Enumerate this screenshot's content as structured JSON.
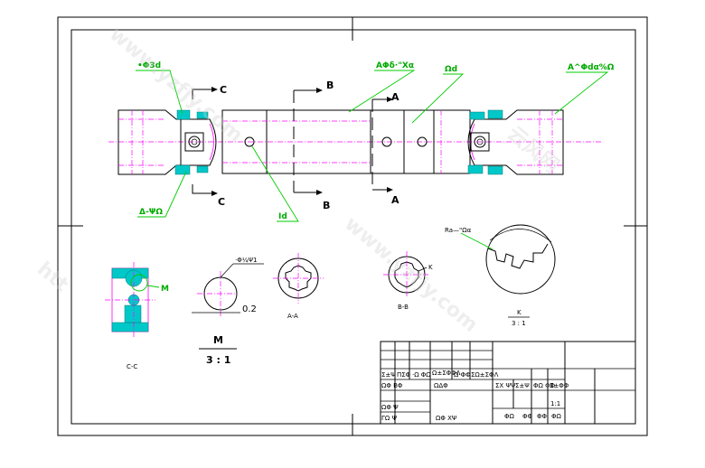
{
  "labels": {
    "section_c": "C",
    "section_b": "B",
    "section_a": "A",
    "callout_left_top": "•Φ3d",
    "callout_left_bottom": "Δ-ΨΩ",
    "callout_center_top": "ΑΦδ·\"Χα",
    "callout_center_right": "Ωd",
    "callout_right_top": "Α^Φdα%Ω",
    "callout_center_bottom": "Ιd",
    "detail_m_marker": "M",
    "detail_m_name": "M",
    "detail_m_scale": "3 : 1",
    "dimension_value": "0.2",
    "dimension_note": "·Φ¼Ψ1",
    "view_cc": "C-C",
    "view_aa": "A-A",
    "view_bb": "B-B",
    "marker_k": "K",
    "detail_k_name": "K",
    "detail_k_scale": "3 : 1",
    "detail_k_note": "Ra—\"Ωα"
  },
  "title_block": {
    "row1": [
      "Σ±Ψ",
      "ΠΣΦ",
      "·Ω ΦΩ",
      "Ω±ΣΦΦΛ",
      "Ω·ΦΦ",
      "ΣΩ±ΣΦΛ"
    ],
    "row2": [
      "ΩΦ ΒΦ",
      "ΩΔΦ"
    ],
    "row3": [
      "ΩΦ Ψ"
    ],
    "row4": [
      "ΓΩ Ψ",
      "ΩΦ ΧΨ"
    ],
    "right_header": [
      "ΣΧ ΨΨ",
      "Σ±Ψ",
      "ΦΩ ΦΦ",
      "Σ±ΦΦ"
    ],
    "scale": "1:1",
    "sheet": [
      "ΦΩ",
      "ΦΦ",
      "ΦΦ",
      "ΦΩ"
    ]
  },
  "watermark": {
    "text_1": "www.yzfjy.com",
    "text_2": "云风网",
    "text_3": "htt"
  }
}
